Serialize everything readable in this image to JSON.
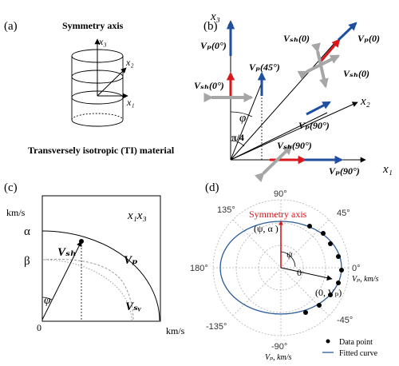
{
  "colors": {
    "p_wave": "#1f4fa0",
    "sh_wave": "#d8161c",
    "sv_wave": "#9a9a9a",
    "ellipse": "#2a5c9a",
    "symmetry_axis": "#d8161c"
  },
  "panel_a": {
    "letter": "(a)",
    "symmetry_axis_label": "Symmetry axis",
    "axis_x3": "x₃",
    "axis_x2": "x₂",
    "axis_x1": "x₁",
    "caption": "Transversely isotropic (TI) material"
  },
  "panel_b": {
    "letter": "(b)",
    "axis_x3": "x₃",
    "axis_x2": "x₂",
    "axis_x1": "x₁",
    "vp0": "Vₚ(0°)",
    "vsh0": "Vₛₕ(0°)",
    "vp45": "Vₚ(45°)",
    "vsh0_b": "Vₛₕ(0)",
    "vsh0_c": "Vₛₕ(0)",
    "vp0_b": "Vₚ(0)",
    "phi": "φ",
    "pi4": "π/4",
    "vp90": "Vₚ(90°)",
    "vsh90": "Vₛₕ(90°)",
    "vp90_b": "Vₚ(90°)"
  },
  "panel_c": {
    "letter": "(c)",
    "y_unit": "km/s",
    "x_unit": "km/s",
    "plane": "x₁x₃",
    "alpha": "α",
    "beta": "β",
    "vsh": "Vₛₕ",
    "vp": "Vₚ",
    "vsv": "Vₛᵥ",
    "phi": "φ",
    "origin": "0"
  },
  "panel_d": {
    "letter": "(d)",
    "symmetry_axis": "Symmetry axis",
    "psi_alpha": "(ψ, α )",
    "psi": "ψ",
    "zero_angle": "0",
    "zero_vp": "(0, Vₚ)",
    "ticks": {
      "t90": "90°",
      "t135": "135°",
      "t45": "45°",
      "t180": "180°",
      "t0": "0°",
      "t_135": "-135°",
      "t_45": "-45°",
      "t_90": "-90°"
    },
    "unit_right": "Vₚ, km/s",
    "unit_bottom": "Vₚ, km/s",
    "legend_point": "Data point",
    "legend_curve": "Fitted curve"
  }
}
